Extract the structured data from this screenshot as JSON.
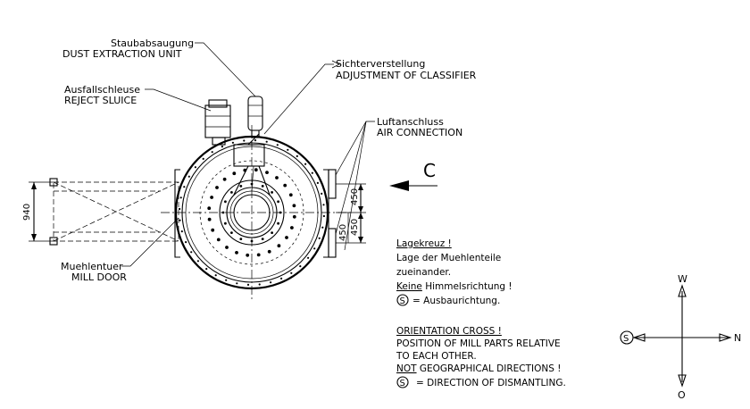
{
  "labels": {
    "dust_extraction_de": "Staubabsaugung",
    "dust_extraction_en": "DUST EXTRACTION UNIT",
    "classifier_de": "Sichterverstellung",
    "classifier_en": "ADJUSTMENT OF CLASSIFIER",
    "reject_sluice_de": "Ausfallschleuse",
    "reject_sluice_en": "REJECT SLUICE",
    "air_connection_de": "Luftanschluss",
    "air_connection_en": "AIR CONNECTION",
    "mill_door_de": "Muehlentuer",
    "mill_door_en": "MILL DOOR",
    "view_letter": "C"
  },
  "dimensions": {
    "width_940": "940",
    "upper_450": "450",
    "lower_450": "450",
    "vertical_450": "450"
  },
  "note_de": {
    "title": "Lagekreuz !",
    "line1": "Lage der Muehlenteile",
    "line2": "zueinander.",
    "line3_emph": "Keine",
    "line3_rest": " Himmelsrichtung !",
    "line4_symbol": "S",
    "line4_rest": "  = Ausbaurichtung."
  },
  "note_en": {
    "title": "ORIENTATION CROSS !",
    "line1": "POSITION OF MILL PARTS RELATIVE",
    "line2": "TO EACH OTHER.",
    "line3_emph": "NOT",
    "line3_rest": " GEOGRAPHICAL DIRECTIONS !",
    "line4_symbol": "S",
    "line4_rest": "  = DIRECTION OF DISMANTLING."
  },
  "compass": {
    "north_label": "W",
    "south_label": "O",
    "east_label": "N",
    "west_symbol": "S"
  }
}
